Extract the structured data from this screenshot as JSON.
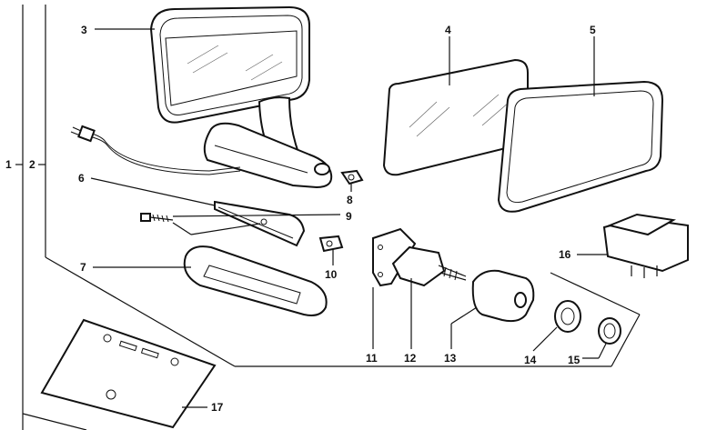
{
  "callouts": {
    "c1": "1",
    "c2": "2",
    "c3": "3",
    "c4": "4",
    "c5": "5",
    "c6": "6",
    "c7": "7",
    "c8": "8",
    "c9": "9",
    "c10": "10",
    "c11": "11",
    "c12": "12",
    "c13": "13",
    "c14": "14",
    "c15": "15",
    "c16": "16",
    "c17": "17"
  },
  "colors": {
    "ink": "#111111",
    "background": "#ffffff"
  }
}
